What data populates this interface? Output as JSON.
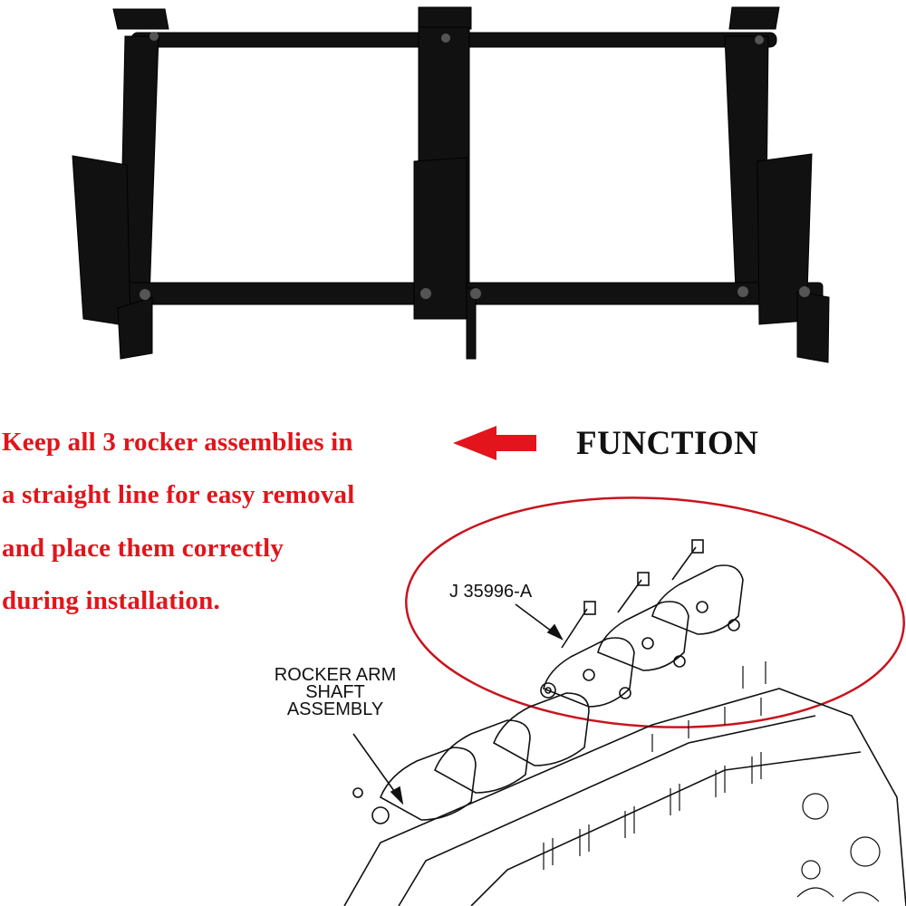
{
  "description_lines": [
    "Keep all 3 rocker assemblies in",
    "a straight line for easy removal",
    "and place them correctly",
    "during installation."
  ],
  "heading": "FUNCTION",
  "diagram": {
    "tool_label": "J 35996-A",
    "assembly_label_lines": [
      "ROCKER ARM",
      "SHAFT",
      "ASSEMBLY"
    ]
  },
  "colors": {
    "accent": "#e3141b",
    "frame": "#111111",
    "ellipse": "#c8141e"
  }
}
